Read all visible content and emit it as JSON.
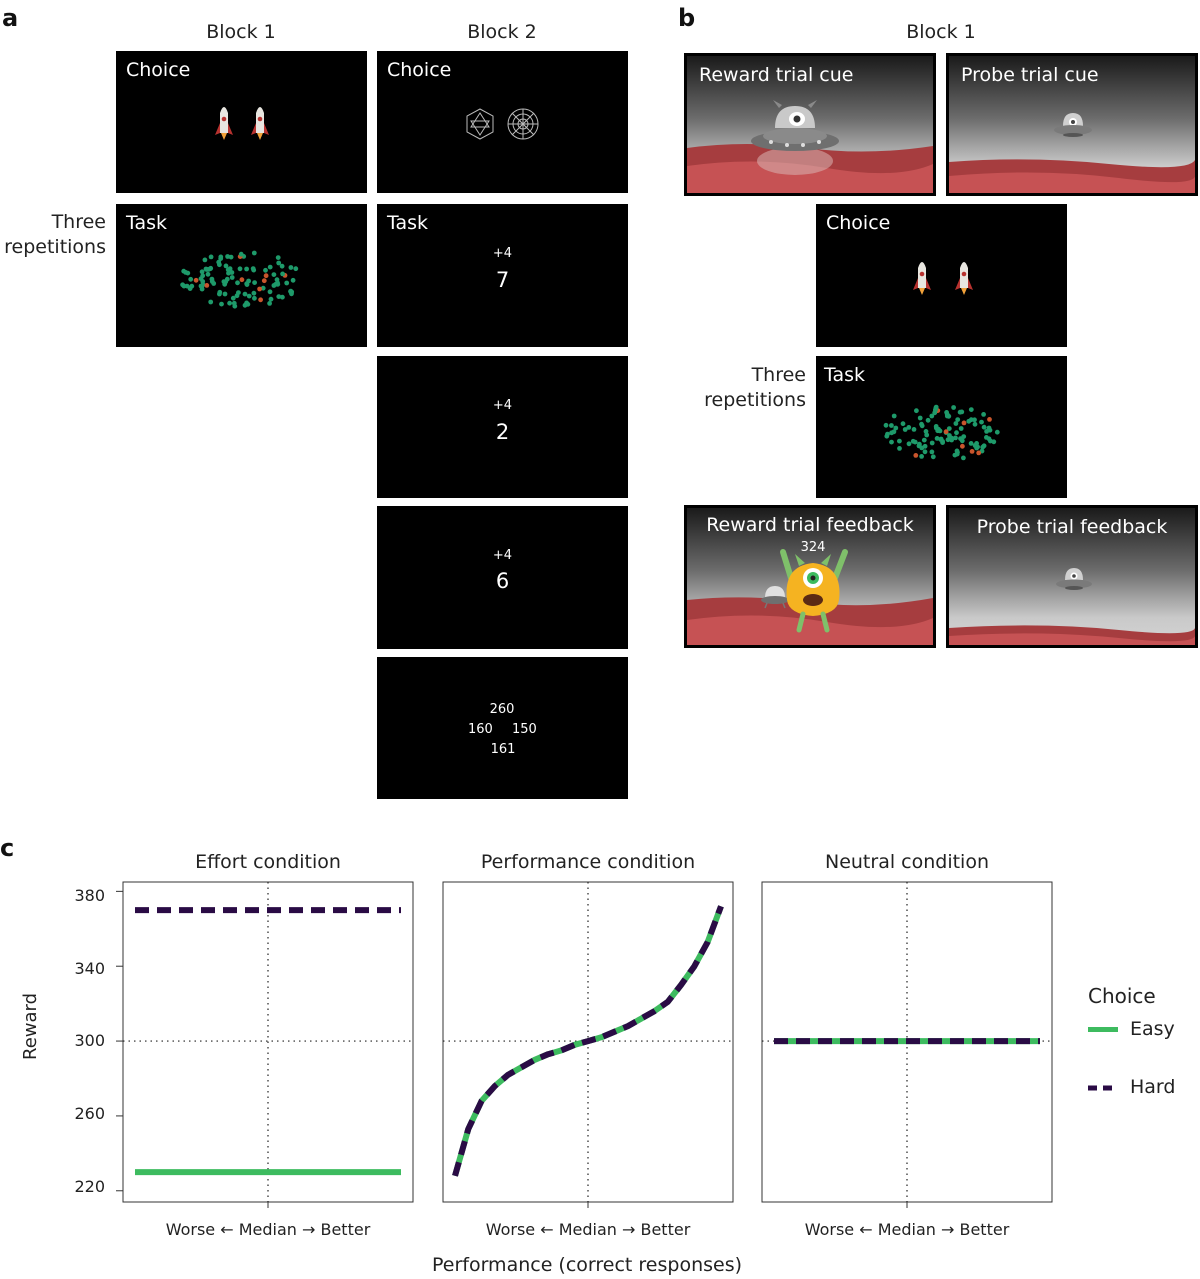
{
  "panel_a": {
    "letter": "a",
    "block1_header": "Block 1",
    "block2_header": "Block 2",
    "repetitions_label_line1": "Three",
    "repetitions_label_line2": "repetitions",
    "block1_choice_title": "Choice",
    "block1_task_title": "Task",
    "block2_choice_title": "Choice",
    "block2_task_title": "Task",
    "block2_trials": [
      {
        "increment": "+4",
        "number": "7"
      },
      {
        "increment": "+4",
        "number": "2"
      },
      {
        "increment": "+4",
        "number": "6"
      }
    ],
    "block2_scores": {
      "top": "260",
      "left": "160",
      "right": "150",
      "bottom": "161"
    }
  },
  "panel_b": {
    "letter": "b",
    "block1_header": "Block 1",
    "reward_cue_title": "Reward trial cue",
    "probe_cue_title": "Probe trial cue",
    "choice_title": "Choice",
    "task_title": "Task",
    "repetitions_label_line1": "Three",
    "repetitions_label_line2": "repetitions",
    "reward_feedback_title": "Reward trial feedback",
    "reward_feedback_value": "324",
    "probe_feedback_title": "Probe trial feedback"
  },
  "panel_c": {
    "letter": "c",
    "ylabel": "Reward",
    "xlabel": "Performance (correct responses)",
    "x_tick_text": "Worse ← Median → Better",
    "legend_title": "Choice",
    "legend_items": [
      {
        "label": "Easy",
        "color": "#3dbb5f",
        "style": "solid"
      },
      {
        "label": "Hard",
        "color": "#2a0b45",
        "style": "dashed"
      }
    ],
    "y_ticks": [
      "380",
      "340",
      "300",
      "260",
      "220"
    ]
  },
  "chart_data": [
    {
      "type": "line",
      "title": "Effort condition",
      "xlabel": "Performance (correct responses)",
      "ylabel": "Reward",
      "ylim": [
        214,
        385
      ],
      "xlim": [
        -1,
        1
      ],
      "grid": false,
      "reference_lines": {
        "x": 0,
        "y": 300
      },
      "series": [
        {
          "name": "Easy",
          "x": [
            -1,
            1
          ],
          "values": [
            230,
            230
          ]
        },
        {
          "name": "Hard",
          "x": [
            -1,
            1
          ],
          "values": [
            370,
            370
          ]
        }
      ]
    },
    {
      "type": "line",
      "title": "Performance condition",
      "xlabel": "Performance (correct responses)",
      "ylabel": "Reward",
      "ylim": [
        214,
        385
      ],
      "xlim": [
        -1,
        1
      ],
      "grid": false,
      "reference_lines": {
        "x": 0,
        "y": 300
      },
      "series": [
        {
          "name": "Easy",
          "x": [
            -1,
            -0.9,
            -0.8,
            -0.7,
            -0.6,
            -0.5,
            -0.4,
            -0.3,
            -0.2,
            -0.1,
            0,
            0.1,
            0.2,
            0.3,
            0.4,
            0.5,
            0.6,
            0.7,
            0.8,
            0.9,
            1
          ],
          "values": [
            228,
            253,
            268,
            276,
            282,
            286,
            290,
            293,
            295,
            298,
            300,
            302,
            305,
            308,
            312,
            316,
            321,
            330,
            340,
            353,
            372
          ]
        },
        {
          "name": "Hard",
          "x": [
            -1,
            -0.9,
            -0.8,
            -0.7,
            -0.6,
            -0.5,
            -0.4,
            -0.3,
            -0.2,
            -0.1,
            0,
            0.1,
            0.2,
            0.3,
            0.4,
            0.5,
            0.6,
            0.7,
            0.8,
            0.9,
            1
          ],
          "values": [
            228,
            253,
            268,
            276,
            282,
            286,
            290,
            293,
            295,
            298,
            300,
            302,
            305,
            308,
            312,
            316,
            321,
            330,
            340,
            353,
            372
          ]
        }
      ]
    },
    {
      "type": "line",
      "title": "Neutral condition",
      "xlabel": "Performance (correct responses)",
      "ylabel": "Reward",
      "ylim": [
        214,
        385
      ],
      "xlim": [
        -1,
        1
      ],
      "grid": false,
      "reference_lines": {
        "x": 0,
        "y": 300
      },
      "series": [
        {
          "name": "Easy",
          "x": [
            -1,
            1
          ],
          "values": [
            300,
            300
          ]
        },
        {
          "name": "Hard",
          "x": [
            -1,
            1
          ],
          "values": [
            300,
            300
          ]
        }
      ]
    }
  ]
}
